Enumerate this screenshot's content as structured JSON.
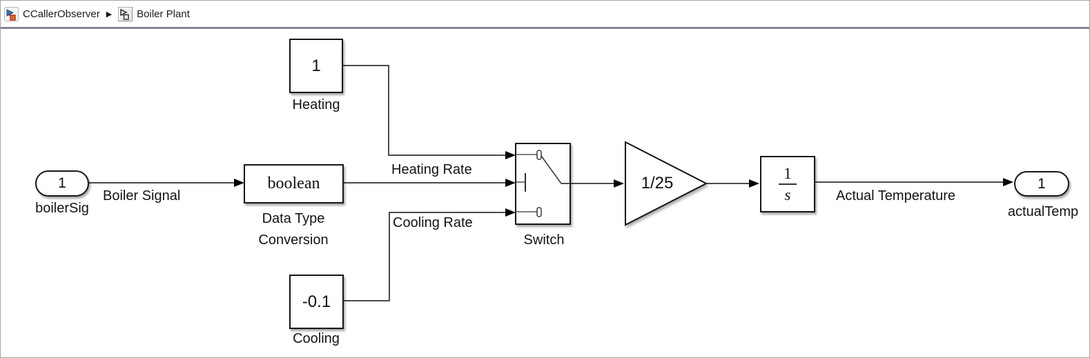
{
  "breadcrumb": {
    "separator": "▶",
    "items": [
      {
        "label": "CCallerObserver",
        "icon": "simulink-model-icon"
      },
      {
        "label": "Boiler Plant",
        "icon": "simulink-subsystem-icon"
      }
    ]
  },
  "diagram": {
    "blocks": {
      "inport": {
        "type": "Inport",
        "port_number": "1",
        "label": "boilerSig"
      },
      "data_type_conversion": {
        "type": "Data Type Conversion",
        "value": "boolean",
        "label": "Data Type Conversion"
      },
      "constant_heating": {
        "type": "Constant",
        "value": "1",
        "label": "Heating"
      },
      "constant_cooling": {
        "type": "Constant",
        "value": "-0.1",
        "label": "Cooling"
      },
      "switch": {
        "type": "Switch",
        "label": "Switch"
      },
      "gain": {
        "type": "Gain",
        "value": "1/25"
      },
      "integrator": {
        "type": "Integrator",
        "numerator": "1",
        "denominator": "s"
      },
      "outport": {
        "type": "Outport",
        "port_number": "1",
        "label": "actualTemp"
      }
    },
    "signal_labels": {
      "boiler_signal": "Boiler Signal",
      "heating_rate": "Heating Rate",
      "cooling_rate": "Cooling Rate",
      "actual_temperature": "Actual Temperature"
    }
  },
  "colors": {
    "wire": "#4a4a4a",
    "block_border": "#161616",
    "breadcrumb_separator_bar": "#83878f",
    "icon_arrow_blue": "#3a6fb5",
    "icon_square_orange": "#e2602f"
  }
}
